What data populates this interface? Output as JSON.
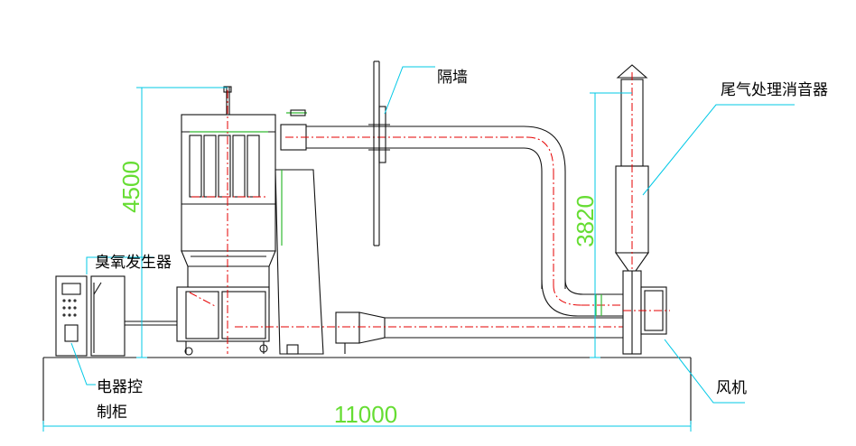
{
  "labels": {
    "partition_wall": "隔墙",
    "exhaust_silencer": "尾气处理消音器",
    "ozone_generator": "臭氧发生器",
    "control_cabinet_line1": "电器控",
    "control_cabinet_line2": "制柜",
    "fan": "风机"
  },
  "dimensions": {
    "overall_length": "11000",
    "dryer_height": "4500",
    "silencer_height": "3820"
  },
  "colors": {
    "outline": "#111111",
    "dimension_line": "#00c8e6",
    "center_line": "#e60000",
    "dimension_text": "#66dd33"
  }
}
